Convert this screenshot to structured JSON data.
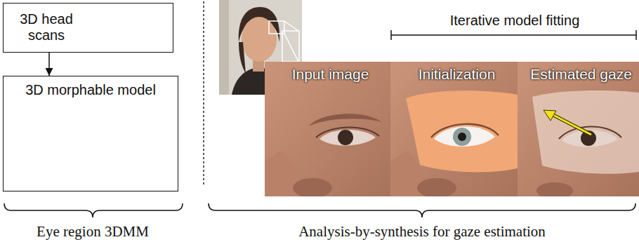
{
  "diagram": {
    "nodes": [
      {
        "text": [
          "3D head scans"
        ]
      },
      {
        "text": [
          "3D morphable model"
        ]
      },
      {
        "text": [
          "Input image"
        ]
      },
      {
        "text": [
          "Initialization"
        ]
      },
      {
        "text": [
          "Estimated gaze"
        ]
      }
    ],
    "edges": [
      {
        "from": 0,
        "to": 1,
        "arrow": "to"
      }
    ],
    "labels": [
      "Iterative model fitting",
      "Eye region 3DMM",
      "Analysis-by-synthesis for gaze estimation"
    ]
  }
}
